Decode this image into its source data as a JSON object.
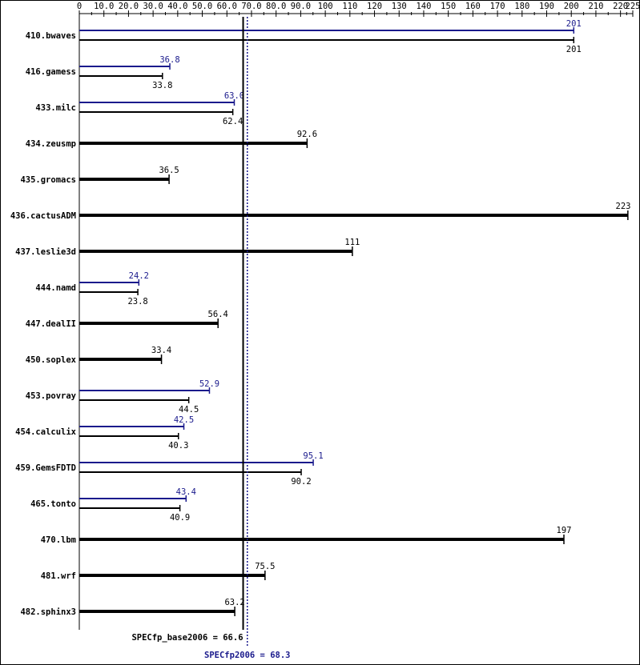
{
  "chart_data": {
    "type": "bar",
    "orientation": "horizontal",
    "x_ticks": [
      0,
      10,
      20,
      30,
      40,
      50,
      60,
      70,
      80,
      90,
      100,
      110,
      120,
      130,
      140,
      150,
      160,
      170,
      180,
      190,
      200,
      210,
      220,
      225
    ],
    "x_tick_labels": [
      "0",
      "10.0",
      "20.0",
      "30.0",
      "40.0",
      "50.0",
      "60.0",
      "70.0",
      "80.0",
      "90.0",
      "100",
      "110",
      "120",
      "130",
      "140",
      "150",
      "160",
      "170",
      "180",
      "190",
      "200",
      "210",
      "220",
      "225"
    ],
    "xlim": [
      0,
      225
    ],
    "colors": {
      "base": "#000000",
      "peak": "#1a1a8c"
    },
    "benchmarks": [
      {
        "name": "410.bwaves",
        "peak": 201,
        "peak_label": "201",
        "base": 201,
        "base_label": "201"
      },
      {
        "name": "416.gamess",
        "peak": 36.8,
        "peak_label": "36.8",
        "base": 33.8,
        "base_label": "33.8"
      },
      {
        "name": "433.milc",
        "peak": 63.0,
        "peak_label": "63.0",
        "base": 62.4,
        "base_label": "62.4"
      },
      {
        "name": "434.zeusmp",
        "base": 92.6,
        "base_label": "92.6"
      },
      {
        "name": "435.gromacs",
        "base": 36.5,
        "base_label": "36.5"
      },
      {
        "name": "436.cactusADM",
        "base": 223,
        "base_label": "223"
      },
      {
        "name": "437.leslie3d",
        "base": 111,
        "base_label": "111"
      },
      {
        "name": "444.namd",
        "peak": 24.2,
        "peak_label": "24.2",
        "base": 23.8,
        "base_label": "23.8"
      },
      {
        "name": "447.dealII",
        "base": 56.4,
        "base_label": "56.4"
      },
      {
        "name": "450.soplex",
        "base": 33.4,
        "base_label": "33.4"
      },
      {
        "name": "453.povray",
        "peak": 52.9,
        "peak_label": "52.9",
        "base": 44.5,
        "base_label": "44.5"
      },
      {
        "name": "454.calculix",
        "peak": 42.5,
        "peak_label": "42.5",
        "base": 40.3,
        "base_label": "40.3"
      },
      {
        "name": "459.GemsFDTD",
        "peak": 95.1,
        "peak_label": "95.1",
        "base": 90.2,
        "base_label": "90.2"
      },
      {
        "name": "465.tonto",
        "peak": 43.4,
        "peak_label": "43.4",
        "base": 40.9,
        "base_label": "40.9"
      },
      {
        "name": "470.lbm",
        "base": 197,
        "base_label": "197"
      },
      {
        "name": "481.wrf",
        "base": 75.5,
        "base_label": "75.5"
      },
      {
        "name": "482.sphinx3",
        "base": 63.2,
        "base_label": "63.2"
      }
    ],
    "summary": {
      "base_value": 66.6,
      "base_label": "SPECfp_base2006 = 66.6",
      "peak_value": 68.3,
      "peak_label": "SPECfp2006 = 68.3"
    }
  }
}
